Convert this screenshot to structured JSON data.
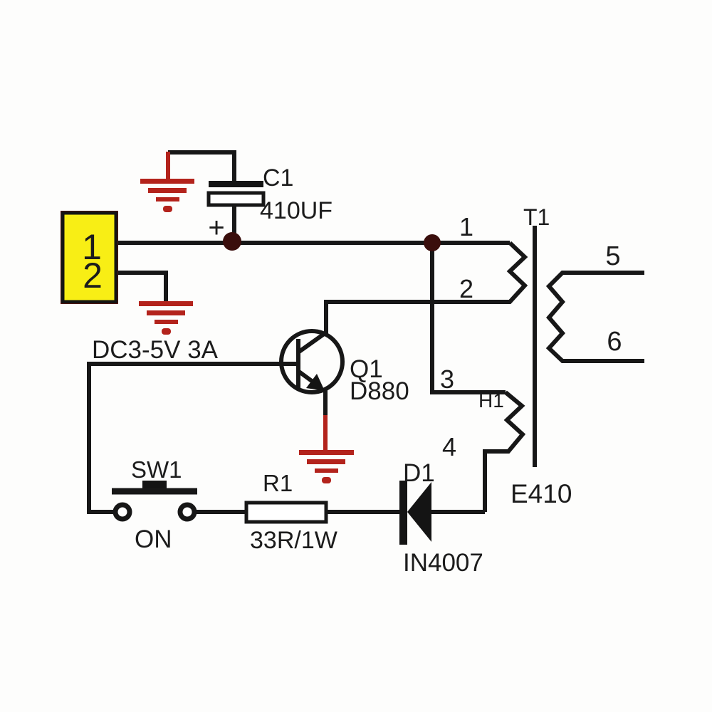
{
  "schematic": {
    "power_input": {
      "label": "DC3-5V 3A"
    },
    "connector": {
      "pin1": "1",
      "pin2": "2"
    },
    "capacitor": {
      "ref": "C1",
      "value": "410UF",
      "polarity_mark": "+"
    },
    "transistor": {
      "ref": "Q1",
      "part": "D880"
    },
    "switch": {
      "ref": "SW1",
      "state_label": "ON"
    },
    "resistor": {
      "ref": "R1",
      "value": "33R/1W"
    },
    "diode": {
      "ref": "D1",
      "part": "IN4007"
    },
    "transformer": {
      "ref": "T1",
      "core_label": "E410",
      "aux_label": "H1",
      "pin1": "1",
      "pin2": "2",
      "pin3": "3",
      "pin4": "4",
      "pin5": "5",
      "pin6": "6"
    },
    "colors": {
      "wire": "#171717",
      "ground_red": "#b3231c",
      "junction_dot": "#3a0e0c",
      "connector_fill": "#f8ee15",
      "background": "#fdfdfc"
    }
  }
}
